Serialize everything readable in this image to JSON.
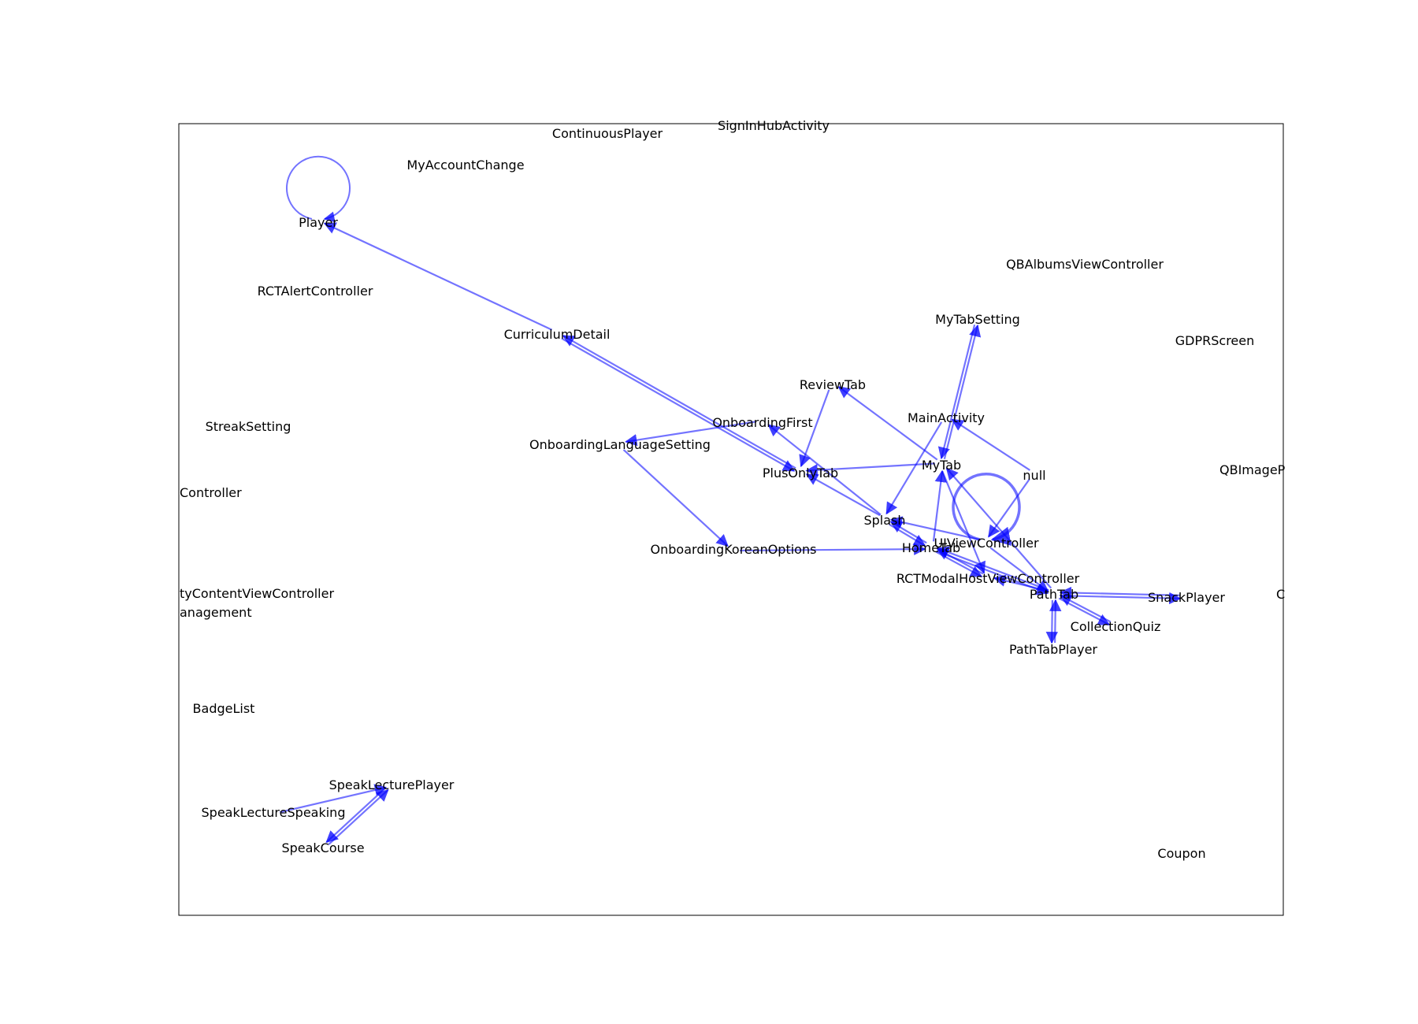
{
  "diagram": {
    "type": "directed-graph",
    "edge_color": "#0000ff",
    "label_color": "#000000",
    "background": "#ffffff",
    "frame_color": "#000000"
  },
  "nodes": [
    {
      "id": "SignInHubActivity",
      "label": "SignInHubActivity"
    },
    {
      "id": "ContinuousPlayer",
      "label": "ContinuousPlayer"
    },
    {
      "id": "MyAccountChange",
      "label": "MyAccountChange"
    },
    {
      "id": "Player",
      "label": "Player"
    },
    {
      "id": "RCTAlertController",
      "label": "RCTAlertController"
    },
    {
      "id": "QBAlbumsViewController",
      "label": "QBAlbumsViewController"
    },
    {
      "id": "MyTabSetting",
      "label": "MyTabSetting"
    },
    {
      "id": "GDPRScreen",
      "label": "GDPRScreen"
    },
    {
      "id": "CurriculumDetail",
      "label": "CurriculumDetail"
    },
    {
      "id": "ReviewTab",
      "label": "ReviewTab"
    },
    {
      "id": "MainActivity",
      "label": "MainActivity"
    },
    {
      "id": "OnboardingFirst",
      "label": "OnboardingFirst"
    },
    {
      "id": "StreakSetting",
      "label": "StreakSetting"
    },
    {
      "id": "OnboardingLanguageSetting",
      "label": "OnboardingLanguageSetting"
    },
    {
      "id": "PlusOnlyTab",
      "label": "PlusOnlyTab"
    },
    {
      "id": "MyTab",
      "label": "MyTab"
    },
    {
      "id": "null",
      "label": "null"
    },
    {
      "id": "QBImagePickerController",
      "label": "QBImageP"
    },
    {
      "id": "PhotoViewController",
      "label": "Controller"
    },
    {
      "id": "Splash",
      "label": "Splash"
    },
    {
      "id": "UIViewController",
      "label": "UIViewController"
    },
    {
      "id": "HomeTab",
      "label": "HomeTab"
    },
    {
      "id": "OnboardingKoreanOptions",
      "label": "OnboardingKoreanOptions"
    },
    {
      "id": "RCTModalHostViewController",
      "label": "RCTModalHostViewController"
    },
    {
      "id": "ActivityContentViewController",
      "label": "tyContentViewController"
    },
    {
      "id": "PathTab",
      "label": "PathTab"
    },
    {
      "id": "SnackPlayer",
      "label": "SnackPlayer"
    },
    {
      "id": "Management",
      "label": "anagement"
    },
    {
      "id": "CollectionQuiz",
      "label": "CollectionQuiz"
    },
    {
      "id": "PathTabPlayer",
      "label": "PathTabPlayer"
    },
    {
      "id": "EdgeRight",
      "label": "C"
    },
    {
      "id": "BadgeList",
      "label": "BadgeList"
    },
    {
      "id": "SpeakLecturePlayer",
      "label": "SpeakLecturePlayer"
    },
    {
      "id": "SpeakLectureSpeaking",
      "label": "SpeakLectureSpeaking"
    },
    {
      "id": "SpeakCourse",
      "label": "SpeakCourse"
    },
    {
      "id": "Coupon",
      "label": "Coupon"
    }
  ],
  "edges": [
    {
      "from": "Player",
      "to": "Player"
    },
    {
      "from": "CurriculumDetail",
      "to": "Player"
    },
    {
      "from": "PlusOnlyTab",
      "to": "CurriculumDetail"
    },
    {
      "from": "CurriculumDetail",
      "to": "PlusOnlyTab"
    },
    {
      "from": "MyTab",
      "to": "MyTabSetting"
    },
    {
      "from": "MyTabSetting",
      "to": "MyTab"
    },
    {
      "from": "MyTab",
      "to": "ReviewTab"
    },
    {
      "from": "ReviewTab",
      "to": "PlusOnlyTab"
    },
    {
      "from": "null",
      "to": "MainActivity"
    },
    {
      "from": "MainActivity",
      "to": "Splash"
    },
    {
      "from": "OnboardingFirst",
      "to": "OnboardingLanguageSetting"
    },
    {
      "from": "OnboardingLanguageSetting",
      "to": "OnboardingKoreanOptions"
    },
    {
      "from": "Splash",
      "to": "OnboardingFirst"
    },
    {
      "from": "MyTab",
      "to": "PlusOnlyTab"
    },
    {
      "from": "null",
      "to": "UIViewController"
    },
    {
      "from": "UIViewController",
      "to": "UIViewController"
    },
    {
      "from": "HomeTab",
      "to": "MyTab"
    },
    {
      "from": "PathTab",
      "to": "MyTab"
    },
    {
      "from": "Splash",
      "to": "HomeTab"
    },
    {
      "from": "HomeTab",
      "to": "Splash"
    },
    {
      "from": "UIViewController",
      "to": "Splash"
    },
    {
      "from": "OnboardingKoreanOptions",
      "to": "HomeTab"
    },
    {
      "from": "HomeTab",
      "to": "RCTModalHostViewController"
    },
    {
      "from": "RCTModalHostViewController",
      "to": "HomeTab"
    },
    {
      "from": "PathTab",
      "to": "RCTModalHostViewController"
    },
    {
      "from": "UIViewController",
      "to": "PathTab"
    },
    {
      "from": "HomeTab",
      "to": "PathTab"
    },
    {
      "from": "PathTab",
      "to": "HomeTab"
    },
    {
      "from": "MyTab",
      "to": "RCTModalHostViewController"
    },
    {
      "from": "Splash",
      "to": "PlusOnlyTab"
    },
    {
      "from": "SnackPlayer",
      "to": "PathTab"
    },
    {
      "from": "PathTab",
      "to": "SnackPlayer"
    },
    {
      "from": "PathTab",
      "to": "CollectionQuiz"
    },
    {
      "from": "CollectionQuiz",
      "to": "PathTab"
    },
    {
      "from": "PathTab",
      "to": "PathTabPlayer"
    },
    {
      "from": "PathTabPlayer",
      "to": "PathTab"
    },
    {
      "from": "SpeakLectureSpeaking",
      "to": "SpeakLecturePlayer"
    },
    {
      "from": "SpeakLecturePlayer",
      "to": "SpeakCourse"
    },
    {
      "from": "SpeakCourse",
      "to": "SpeakLecturePlayer"
    }
  ]
}
